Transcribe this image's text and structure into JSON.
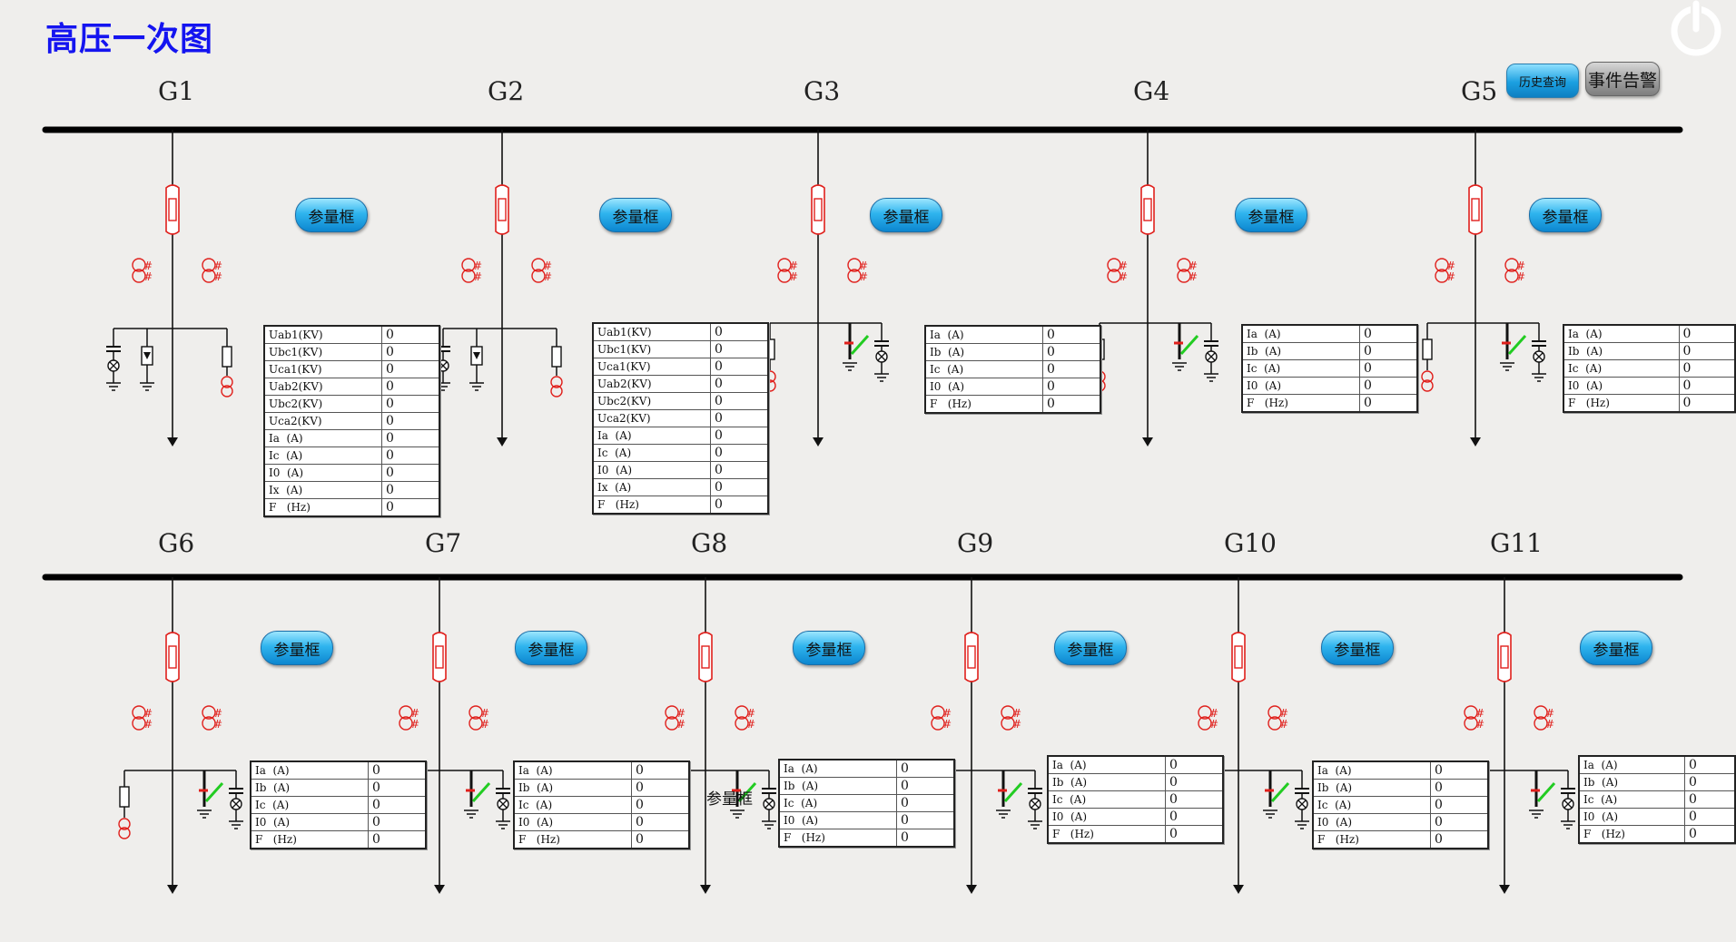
{
  "title": "高压一次图",
  "top_buttons": {
    "history": "历史查询",
    "events": "事件告警"
  },
  "param_button_label": "参量框",
  "overlay_label": "参量框",
  "unit_marker": "#",
  "feeders": [
    {
      "name": "G1",
      "type": "pt",
      "rows": [
        [
          "Uab1(KV)",
          "0"
        ],
        [
          "Ubc1(KV)",
          "0"
        ],
        [
          "Uca1(KV)",
          "0"
        ],
        [
          "Uab2(KV)",
          "0"
        ],
        [
          "Ubc2(KV)",
          "0"
        ],
        [
          "Uca2(KV)",
          "0"
        ],
        [
          "Ia  (A)",
          "0"
        ],
        [
          "Ic  (A)",
          "0"
        ],
        [
          "I0  (A)",
          "0"
        ],
        [
          "Ix  (A)",
          "0"
        ],
        [
          "F   (Hz)",
          "0"
        ]
      ]
    },
    {
      "name": "G2",
      "type": "pt",
      "rows": [
        [
          "Uab1(KV)",
          "0"
        ],
        [
          "Ubc1(KV)",
          "0"
        ],
        [
          "Uca1(KV)",
          "0"
        ],
        [
          "Uab2(KV)",
          "0"
        ],
        [
          "Ubc2(KV)",
          "0"
        ],
        [
          "Uca2(KV)",
          "0"
        ],
        [
          "Ia  (A)",
          "0"
        ],
        [
          "Ic  (A)",
          "0"
        ],
        [
          "I0  (A)",
          "0"
        ],
        [
          "Ix  (A)",
          "0"
        ],
        [
          "F   (Hz)",
          "0"
        ]
      ]
    },
    {
      "name": "G3",
      "type": "feeder",
      "rows": [
        [
          "Ia  (A)",
          "0"
        ],
        [
          "Ib  (A)",
          "0"
        ],
        [
          "Ic  (A)",
          "0"
        ],
        [
          "I0  (A)",
          "0"
        ],
        [
          "F   (Hz)",
          "0"
        ]
      ]
    },
    {
      "name": "G4",
      "type": "feeder",
      "rows": [
        [
          "Ia  (A)",
          "0"
        ],
        [
          "Ib  (A)",
          "0"
        ],
        [
          "Ic  (A)",
          "0"
        ],
        [
          "I0  (A)",
          "0"
        ],
        [
          "F   (Hz)",
          "0"
        ]
      ]
    },
    {
      "name": "G5",
      "type": "feeder",
      "rows": [
        [
          "Ia  (A)",
          "0"
        ],
        [
          "Ib  (A)",
          "0"
        ],
        [
          "Ic  (A)",
          "0"
        ],
        [
          "I0  (A)",
          "0"
        ],
        [
          "F   (Hz)",
          "0"
        ]
      ]
    },
    {
      "name": "G6",
      "type": "feeder",
      "rows": [
        [
          "Ia  (A)",
          "0"
        ],
        [
          "Ib  (A)",
          "0"
        ],
        [
          "Ic  (A)",
          "0"
        ],
        [
          "I0  (A)",
          "0"
        ],
        [
          "F   (Hz)",
          "0"
        ]
      ]
    },
    {
      "name": "G7",
      "type": "feeder",
      "rows": [
        [
          "Ia  (A)",
          "0"
        ],
        [
          "Ib  (A)",
          "0"
        ],
        [
          "Ic  (A)",
          "0"
        ],
        [
          "I0  (A)",
          "0"
        ],
        [
          "F   (Hz)",
          "0"
        ]
      ]
    },
    {
      "name": "G8",
      "type": "feeder",
      "rows": [
        [
          "Ia  (A)",
          "0"
        ],
        [
          "Ib  (A)",
          "0"
        ],
        [
          "Ic  (A)",
          "0"
        ],
        [
          "I0  (A)",
          "0"
        ],
        [
          "F   (Hz)",
          "0"
        ]
      ]
    },
    {
      "name": "G9",
      "type": "feeder",
      "rows": [
        [
          "Ia  (A)",
          "0"
        ],
        [
          "Ib  (A)",
          "0"
        ],
        [
          "Ic  (A)",
          "0"
        ],
        [
          "I0  (A)",
          "0"
        ],
        [
          "F   (Hz)",
          "0"
        ]
      ]
    },
    {
      "name": "G10",
      "type": "feeder",
      "rows": [
        [
          "Ia  (A)",
          "0"
        ],
        [
          "Ib  (A)",
          "0"
        ],
        [
          "Ic  (A)",
          "0"
        ],
        [
          "I0  (A)",
          "0"
        ],
        [
          "F   (Hz)",
          "0"
        ]
      ]
    },
    {
      "name": "G11",
      "type": "feeder",
      "rows": [
        [
          "Ia  (A)",
          "0"
        ],
        [
          "Ib  (A)",
          "0"
        ],
        [
          "Ic  (A)",
          "0"
        ],
        [
          "I0  (A)",
          "0"
        ],
        [
          "F   (Hz)",
          "0"
        ]
      ]
    }
  ],
  "colors": {
    "title": "#1414f0",
    "busbar": "#000000",
    "breaker": "#e0201c",
    "ct_symbol": "#e0201c",
    "switch_blade": "#22cc22",
    "button_blue": "#2fb4ee"
  }
}
